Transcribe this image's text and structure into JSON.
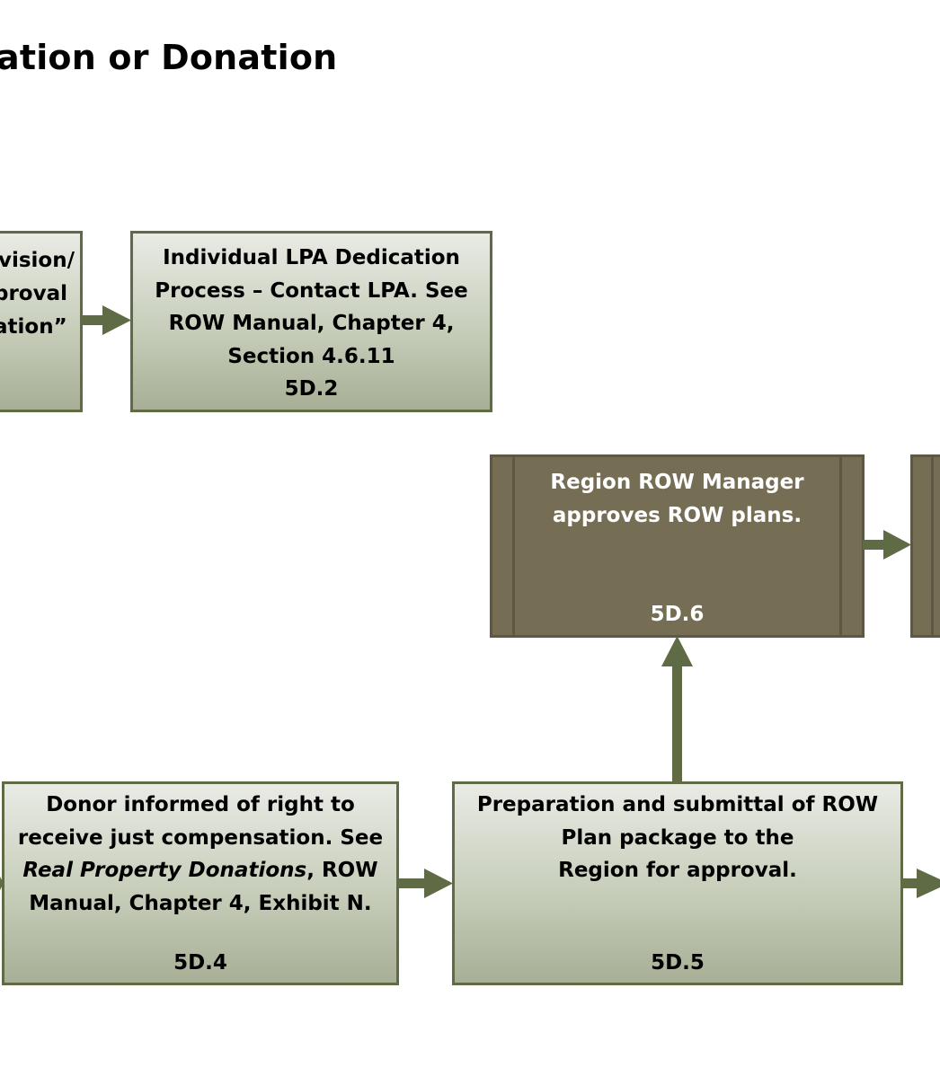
{
  "title": "ation or Donation",
  "boxes": {
    "b5d1": {
      "lines": [
        "vision/",
        "proval",
        "ation”"
      ]
    },
    "b5d2": {
      "lines": [
        "Individual LPA Dedication",
        "Process – Contact LPA. See",
        "ROW Manual, Chapter 4,",
        "Section 4.6.11"
      ],
      "code": "5D.2"
    },
    "b5d6": {
      "lines": [
        "Region ROW Manager",
        "approves ROW plans."
      ],
      "code": "5D.6"
    },
    "b5d4": {
      "line1": "Donor informed of right to",
      "line2": "receive just compensation. See",
      "line3_italic": "Real Property Donations",
      "line3_rest": ", ROW",
      "line4": "Manual, Chapter 4, Exhibit N.",
      "code": "5D.4"
    },
    "b5d5": {
      "lines": [
        "Preparation and submittal of ROW",
        "Plan package to the",
        "Region for approval."
      ],
      "code": "5D.5"
    }
  },
  "colors": {
    "arrow": "#5f6b45",
    "box_border": "#5f6b45",
    "dark_fill": "#756d54"
  }
}
